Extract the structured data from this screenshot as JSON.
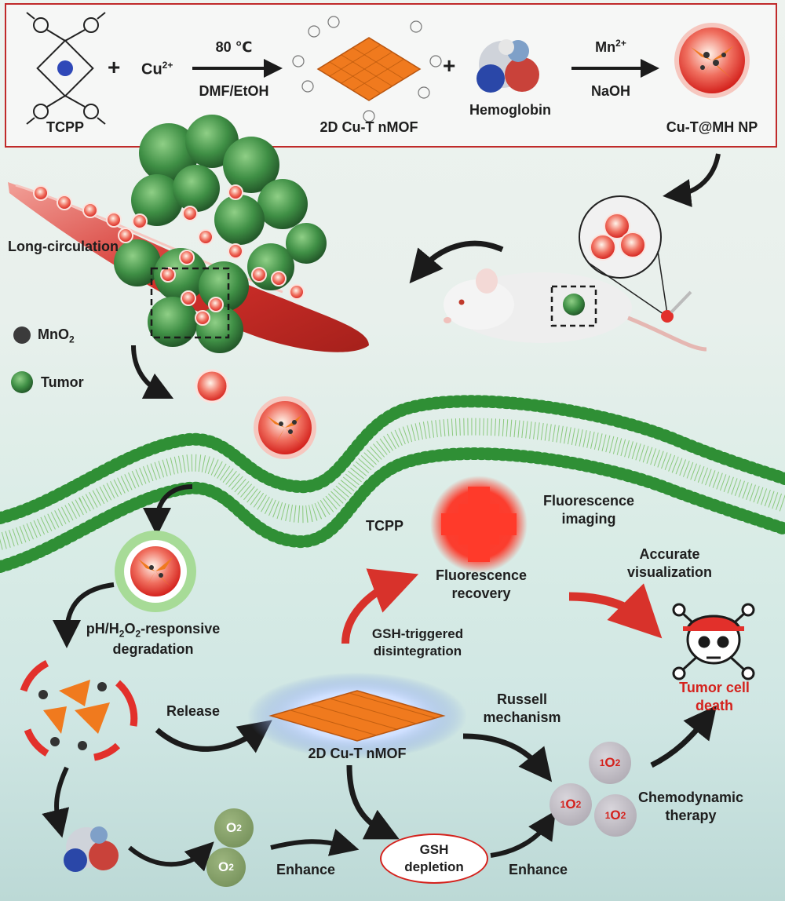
{
  "top_panel": {
    "tcpp": "TCPP",
    "plus1": "+",
    "cu_ion": "Cu",
    "cu_charge": "2+",
    "temp": "80 ℃",
    "solvent": "DMF/EtOH",
    "mof": "2D Cu-T nMOF",
    "plus2": "+",
    "hemoglobin": "Hemoglobin",
    "mn_ion": "Mn",
    "mn_charge": "2+",
    "naoh": "NaOH",
    "np": "Cu-T@MH NP"
  },
  "legend": {
    "mno": "MnO",
    "mno_sub": "2",
    "tumor": "Tumor"
  },
  "labels": {
    "long_circulation": "Long-circulation",
    "tcpp": "TCPP",
    "fluorescence_imaging_1": "Fluorescence",
    "fluorescence_imaging_2": "imaging",
    "fluorescence_recovery_1": "Fluorescence",
    "fluorescence_recovery_2": "recovery",
    "accurate_1": "Accurate",
    "accurate_2": "visualization",
    "gsh_trig_1": "GSH-triggered",
    "gsh_trig_2": "disintegration",
    "ph_resp_1a": "pH/H",
    "ph_resp_1b": "2",
    "ph_resp_1c": "O",
    "ph_resp_1d": "2",
    "ph_resp_1e": "-responsive",
    "ph_resp_2": "degradation",
    "release": "Release",
    "mof_center": "2D Cu-T nMOF",
    "russell_1": "Russell",
    "russell_2": "mechanism",
    "tumor_death_1": "Tumor cell",
    "tumor_death_2": "death",
    "cdt_1": "Chemodynamic",
    "cdt_2": "therapy",
    "enhance_1": "Enhance",
    "enhance_2": "Enhance",
    "gsh_1": "GSH",
    "gsh_2": "depletion",
    "o2_main": "O",
    "o2_sub": "2",
    "so_sup": "1",
    "so_main": "O",
    "so_sub": "2"
  },
  "colors": {
    "tumor_green": "#3f8f45",
    "nanoparticle_red": "#e2302b",
    "mof_orange": "#f07a1e",
    "arrow_black": "#1b1b1b",
    "arrow_red": "#d8322b",
    "membrane_green": "#3ea23a"
  }
}
